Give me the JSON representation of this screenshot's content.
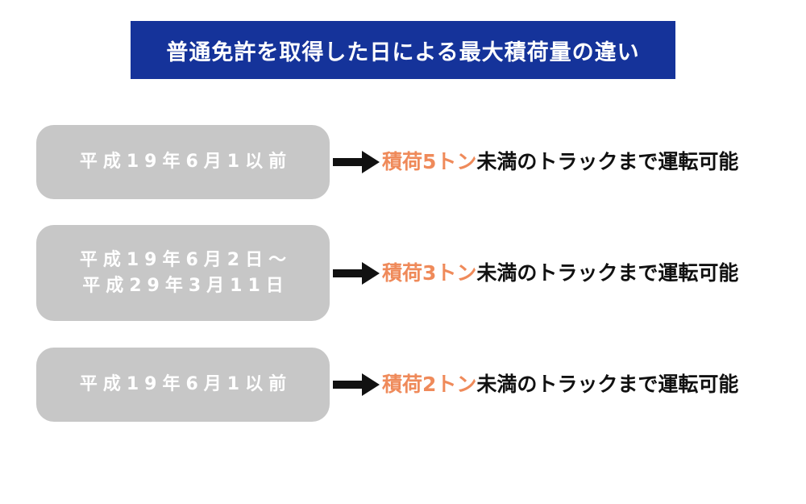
{
  "title": "普通免許を取得した日による最大積荷量の違い",
  "colors": {
    "title_bg": "#15339a",
    "pill_bg": "#c7c7c7",
    "highlight": "#ef8a5a",
    "arrow": "#111111"
  },
  "rows": [
    {
      "period_lines": [
        "平成19年6月1以前"
      ],
      "highlight": "積荷5トン",
      "rest": "未満のトラックまで運転可能"
    },
    {
      "period_lines": [
        "平成19年6月2日～",
        "平成29年3月11日"
      ],
      "highlight": "積荷3トン",
      "rest": "未満のトラックまで運転可能"
    },
    {
      "period_lines": [
        "平成19年6月1以前"
      ],
      "highlight": "積荷2トン",
      "rest": "未満のトラックまで運転可能"
    }
  ]
}
